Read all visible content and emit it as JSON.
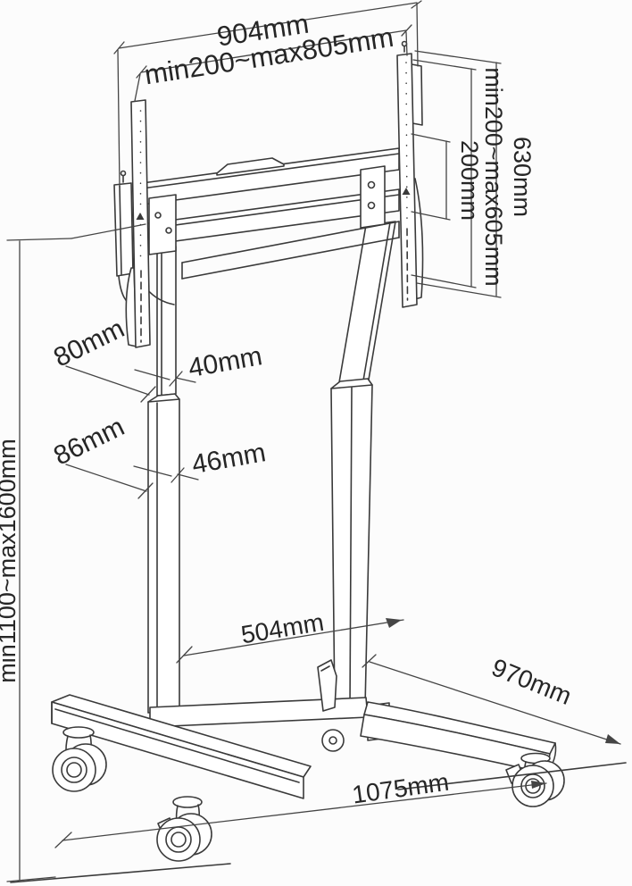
{
  "figure": {
    "type": "technical-dimension-drawing",
    "subject": "Mobile TV stand with telescopic columns, VESA rails and casters",
    "colors": {
      "background": "#fcfcfc",
      "line": "#3a3a3a",
      "text": "#262626"
    },
    "labels": {
      "total_width": "904mm",
      "vesa_width_range": "min200~max805mm",
      "bracket_height": "630mm",
      "vesa_height_range": "min200~max605mm",
      "vesa_height_min": "200mm",
      "upper_column_side": "80mm",
      "upper_column_front": "40mm",
      "lower_column_side": "86mm",
      "lower_column_front": "46mm",
      "height_range": "min1100~max1600mm",
      "column_spacing": "504mm",
      "base_depth": "970mm",
      "base_width": "1075mm"
    }
  }
}
